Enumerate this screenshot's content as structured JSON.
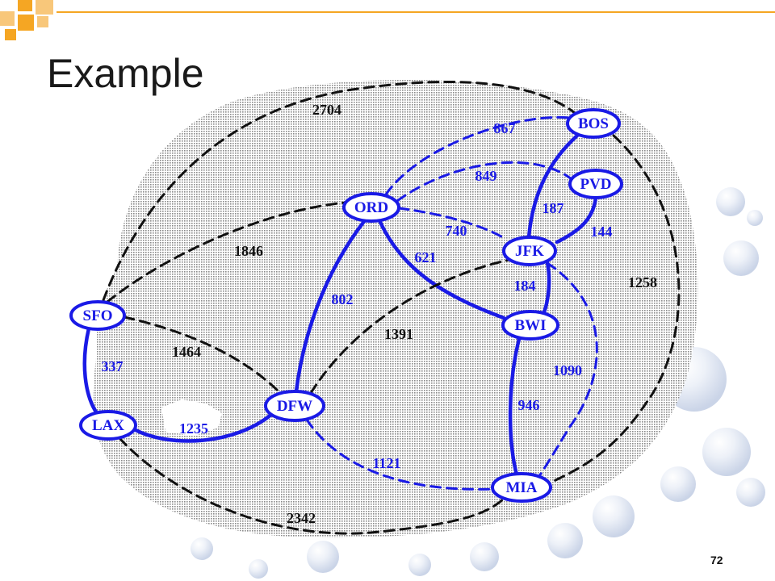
{
  "slide": {
    "title": "Example",
    "page_number": "72"
  },
  "colors": {
    "node_fill": "#ffffff",
    "node_stroke": "#1a1ae6",
    "node_text": "#1a1ae6",
    "tree_edge": "#1a1ae6",
    "black_edge": "#111111",
    "label_black": "#111111",
    "label_blue": "#1a1ae6",
    "accent_orange": "#f5a623",
    "blob_fill": "#d9d9d9"
  },
  "graph": {
    "nodes": [
      {
        "id": "BOS",
        "label": "BOS"
      },
      {
        "id": "PVD",
        "label": "PVD"
      },
      {
        "id": "ORD",
        "label": "ORD"
      },
      {
        "id": "JFK",
        "label": "JFK"
      },
      {
        "id": "SFO",
        "label": "SFO"
      },
      {
        "id": "BWI",
        "label": "BWI"
      },
      {
        "id": "DFW",
        "label": "DFW"
      },
      {
        "id": "LAX",
        "label": "LAX"
      },
      {
        "id": "MIA",
        "label": "MIA"
      }
    ],
    "edges": [
      {
        "from": "SFO",
        "to": "BOS",
        "weight": "2704",
        "style": "black-dashed"
      },
      {
        "from": "ORD",
        "to": "BOS",
        "weight": "867",
        "style": "blue-dashed"
      },
      {
        "from": "ORD",
        "to": "PVD",
        "weight": "849",
        "style": "blue-dashed"
      },
      {
        "from": "JFK",
        "to": "BOS",
        "weight": "187",
        "style": "blue-solid"
      },
      {
        "from": "JFK",
        "to": "PVD",
        "weight": "144",
        "style": "blue-solid"
      },
      {
        "from": "ORD",
        "to": "JFK",
        "weight": "740",
        "style": "blue-dashed"
      },
      {
        "from": "ORD",
        "to": "BWI",
        "weight": "621",
        "style": "blue-solid"
      },
      {
        "from": "SFO",
        "to": "ORD",
        "weight": "1846",
        "style": "black-dashed"
      },
      {
        "from": "BOS",
        "to": "MIA",
        "weight": "1258",
        "style": "black-dashed"
      },
      {
        "from": "JFK",
        "to": "BWI",
        "weight": "184",
        "style": "blue-solid"
      },
      {
        "from": "ORD",
        "to": "DFW",
        "weight": "802",
        "style": "blue-solid"
      },
      {
        "from": "DFW",
        "to": "JFK",
        "weight": "1391",
        "style": "black-dashed"
      },
      {
        "from": "SFO",
        "to": "DFW",
        "weight": "1464",
        "style": "black-dashed"
      },
      {
        "from": "JFK",
        "to": "MIA",
        "weight": "1090",
        "style": "blue-dashed"
      },
      {
        "from": "SFO",
        "to": "LAX",
        "weight": "337",
        "style": "blue-solid"
      },
      {
        "from": "BWI",
        "to": "MIA",
        "weight": "946",
        "style": "blue-solid"
      },
      {
        "from": "LAX",
        "to": "DFW",
        "weight": "1235",
        "style": "blue-solid"
      },
      {
        "from": "DFW",
        "to": "MIA",
        "weight": "1121",
        "style": "blue-dashed"
      },
      {
        "from": "LAX",
        "to": "MIA",
        "weight": "2342",
        "style": "black-dashed"
      }
    ]
  }
}
